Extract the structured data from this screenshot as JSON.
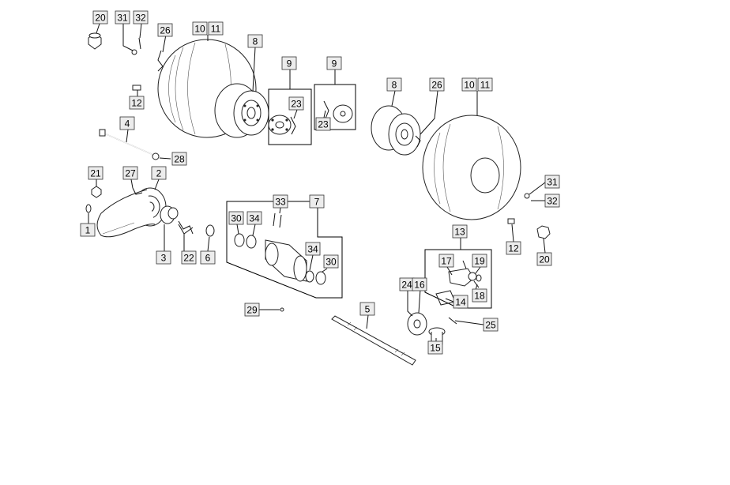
{
  "callouts": [
    {
      "id": "c20a",
      "text": "20"
    },
    {
      "id": "c31a",
      "text": "31"
    },
    {
      "id": "c32a",
      "text": "32"
    },
    {
      "id": "c26a",
      "text": "26"
    },
    {
      "id": "c10a",
      "text": "10"
    },
    {
      "id": "c11a",
      "text": "11"
    },
    {
      "id": "c8a",
      "text": "8"
    },
    {
      "id": "c9a",
      "text": "9"
    },
    {
      "id": "c9b",
      "text": "9"
    },
    {
      "id": "c8b",
      "text": "8"
    },
    {
      "id": "c26b",
      "text": "26"
    },
    {
      "id": "c10b",
      "text": "10"
    },
    {
      "id": "c11b",
      "text": "11"
    },
    {
      "id": "c23a",
      "text": "23"
    },
    {
      "id": "c23b",
      "text": "23"
    },
    {
      "id": "c12a",
      "text": "12"
    },
    {
      "id": "c4",
      "text": "4"
    },
    {
      "id": "c28",
      "text": "28"
    },
    {
      "id": "c21",
      "text": "21"
    },
    {
      "id": "c27",
      "text": "27"
    },
    {
      "id": "c2",
      "text": "2"
    },
    {
      "id": "c1",
      "text": "1"
    },
    {
      "id": "c3",
      "text": "3"
    },
    {
      "id": "c22",
      "text": "22"
    },
    {
      "id": "c6",
      "text": "6"
    },
    {
      "id": "c33",
      "text": "33"
    },
    {
      "id": "c7",
      "text": "7"
    },
    {
      "id": "c30a",
      "text": "30"
    },
    {
      "id": "c34a",
      "text": "34"
    },
    {
      "id": "c34b",
      "text": "34"
    },
    {
      "id": "c30b",
      "text": "30"
    },
    {
      "id": "c29",
      "text": "29"
    },
    {
      "id": "c5",
      "text": "5"
    },
    {
      "id": "c13",
      "text": "13"
    },
    {
      "id": "c17",
      "text": "17"
    },
    {
      "id": "c19",
      "text": "19"
    },
    {
      "id": "c18",
      "text": "18"
    },
    {
      "id": "c14",
      "text": "14"
    },
    {
      "id": "c24",
      "text": "24"
    },
    {
      "id": "c16",
      "text": "16"
    },
    {
      "id": "c25",
      "text": "25"
    },
    {
      "id": "c15",
      "text": "15"
    },
    {
      "id": "c31b",
      "text": "31"
    },
    {
      "id": "c32b",
      "text": "32"
    },
    {
      "id": "c12b",
      "text": "12"
    },
    {
      "id": "c20b",
      "text": "20"
    }
  ]
}
